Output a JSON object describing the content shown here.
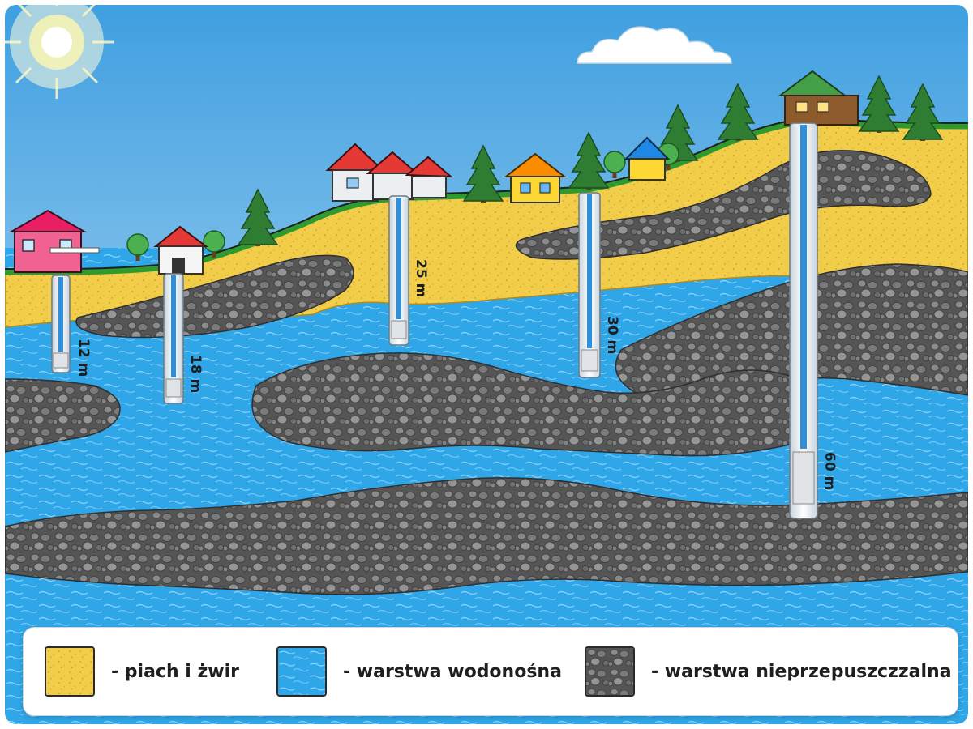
{
  "colors": {
    "sky_top": "#3f9fe0",
    "sky_bottom": "#d8eefb",
    "sand": "#f2cd4a",
    "aquifer": "#2fa6e8",
    "rock": "#5b5b5b",
    "grass": "#2f9a2f",
    "tree": "#2e7d32"
  },
  "wells": [
    {
      "id": "well-1",
      "depth_label": "12 m"
    },
    {
      "id": "well-2",
      "depth_label": "18 m"
    },
    {
      "id": "well-3",
      "depth_label": "25 m"
    },
    {
      "id": "well-4",
      "depth_label": "30 m"
    },
    {
      "id": "well-5",
      "depth_label": "60 m"
    }
  ],
  "legend": [
    {
      "swatch": "sand-swatch",
      "label": "- piach i żwir"
    },
    {
      "swatch": "water-swatch",
      "label": "- warstwa wodonośna"
    },
    {
      "swatch": "rock-swatch",
      "label": "- warstwa nieprzepuszczzalna"
    }
  ],
  "icons": [
    "sun-icon",
    "cloud-icon",
    "house-icon",
    "tree-icon",
    "well-pipe-icon"
  ]
}
